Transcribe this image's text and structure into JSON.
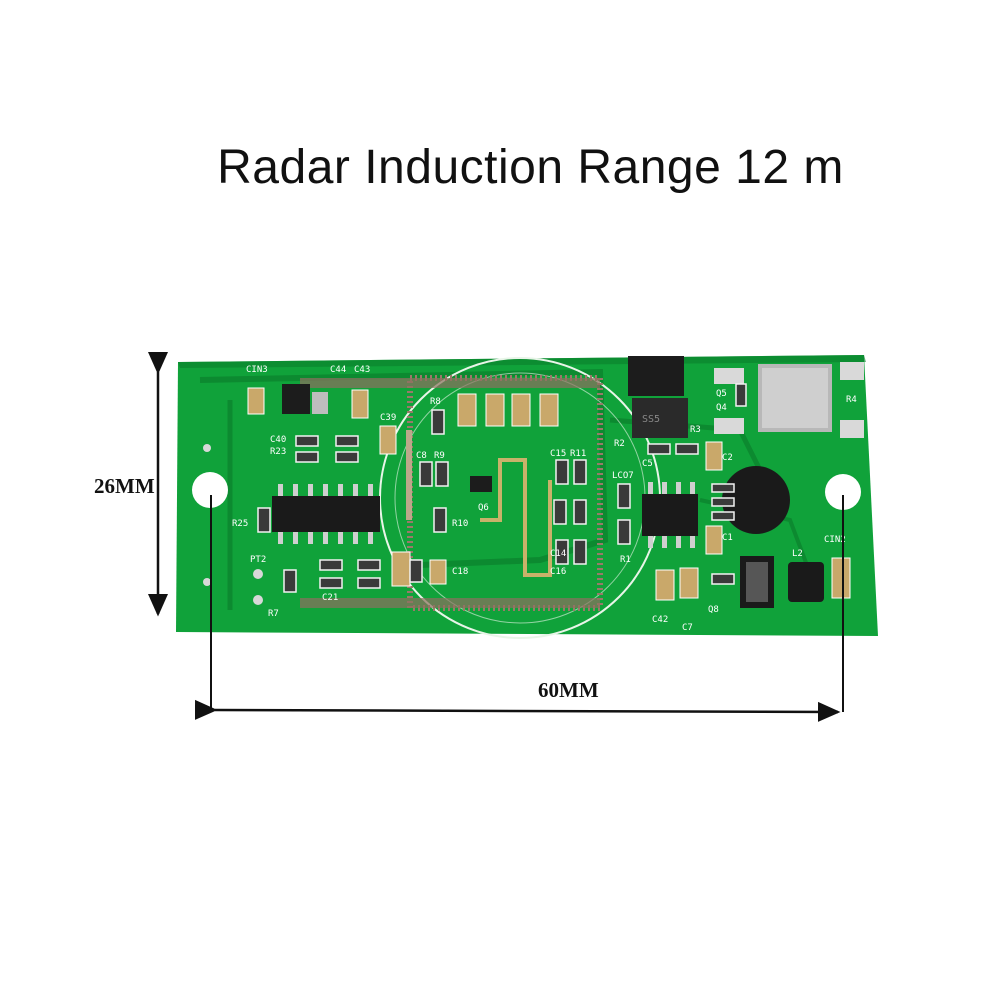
{
  "headline": "Radar Induction Range 12 m",
  "dimensions": {
    "height_label": "26MM",
    "width_label": "60MM"
  },
  "board": {
    "silkscreen": [
      "CIN3",
      "C44",
      "C43",
      "C39",
      "C40",
      "R23",
      "R25",
      "C8",
      "R9",
      "R10",
      "C15",
      "R11",
      "C14",
      "C16",
      "C18",
      "R8",
      "Q6",
      "R2",
      "C5",
      "R3",
      "LCO7",
      "R1",
      "C1",
      "C2",
      "Q5",
      "Q4",
      "R4",
      "CIN2",
      "L2",
      "Q8",
      "C42",
      "C7",
      "R7",
      "PT2",
      "C21"
    ]
  },
  "colors": {
    "pcb": "#10a23a",
    "pcb_trace": "#0c8a30",
    "silk": "#ffffff",
    "dimension_line": "#111111"
  }
}
